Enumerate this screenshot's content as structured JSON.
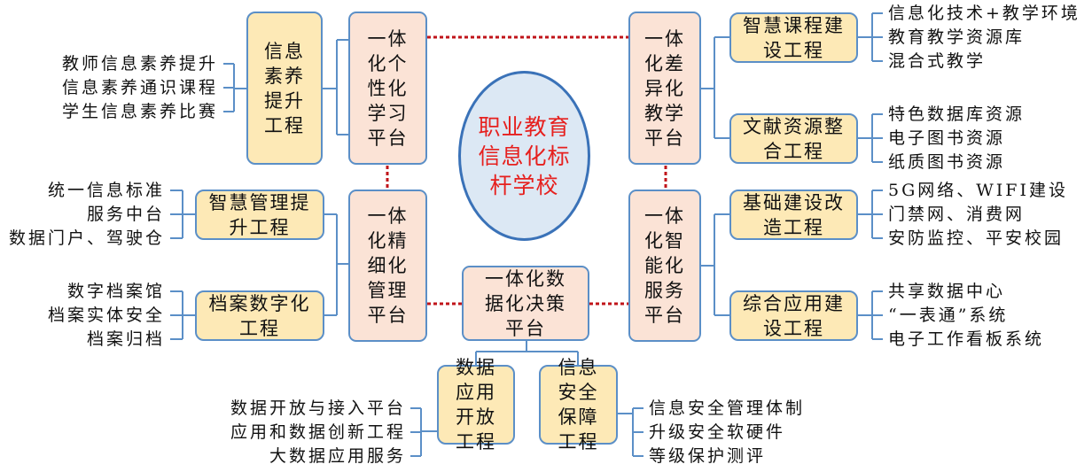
{
  "center": {
    "title": "职业教育信息化标杆学校"
  },
  "platforms": {
    "personalized": "一体化个性化学习平台",
    "fine": "一体化精细化管理平台",
    "differentiated": "一体化差异化教学平台",
    "smart": "一体化智能化服务平台",
    "data": "一体化数据化决策平台"
  },
  "projects": {
    "literacy": {
      "name": "信息素养提升工程",
      "items": [
        "教师信息素养提升",
        "信息素养通识课程",
        "学生信息素养比赛"
      ]
    },
    "mgmt": {
      "name": "智慧管理提升工程",
      "items": [
        "统一信息标准",
        "服务中台",
        "数据门户、驾驶仓"
      ]
    },
    "archive": {
      "name": "档案数字化工程",
      "items": [
        "数字档案馆",
        "档案实体安全",
        "档案归档"
      ]
    },
    "course": {
      "name": "智慧课程建设工程",
      "items": [
        "信息化技术+教学环境",
        "教育教学资源库",
        "混合式教学"
      ]
    },
    "literature": {
      "name": "文献资源整合工程",
      "items": [
        "特色数据库资源",
        "电子图书资源",
        "纸质图书资源"
      ]
    },
    "infra": {
      "name": "基础建设改造工程",
      "items": [
        "5G网络、WIFI建设",
        "门禁网、消费网",
        "安防监控、平安校园"
      ]
    },
    "integrated": {
      "name": "综合应用建设工程",
      "items": [
        "共享数据中心",
        "“一表通”系统",
        "电子工作看板系统"
      ]
    },
    "dataopen": {
      "name": "数据应用开放工程",
      "items": [
        "数据开放与接入平台",
        "应用和数据创新工程",
        "大数据应用服务"
      ]
    },
    "security": {
      "name": "信息安全保障工程",
      "items": [
        "信息安全管理体制",
        "升级安全软硬件",
        "等级保护测评"
      ]
    }
  },
  "colors": {
    "border": "#5b8fc7",
    "platform_fill": "#fbe3d6",
    "project_fill": "#fde9b6",
    "center_fill": "#dce8f4",
    "center_text": "#e6201e",
    "dotted_link": "#c0141a"
  }
}
